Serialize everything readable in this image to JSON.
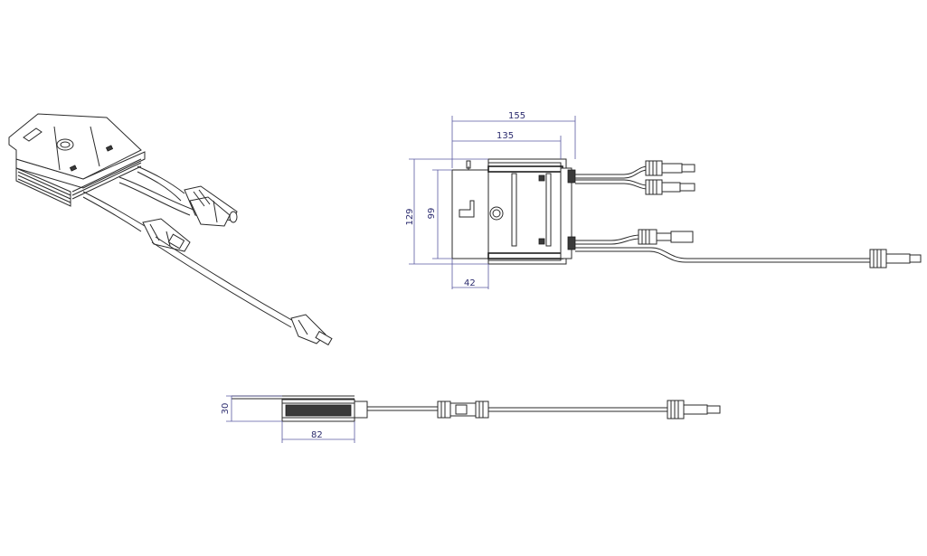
{
  "dimensions": {
    "top_width_outer": "155",
    "top_width_inner": "135",
    "height_outer": "129",
    "height_inner": "99",
    "connector_offset": "42",
    "side_height": "30",
    "side_length": "82"
  },
  "colors": {
    "line": "#2a2a2a",
    "dimension_line": "#5a5aa0",
    "dimension_text": "#2b2b6e"
  }
}
